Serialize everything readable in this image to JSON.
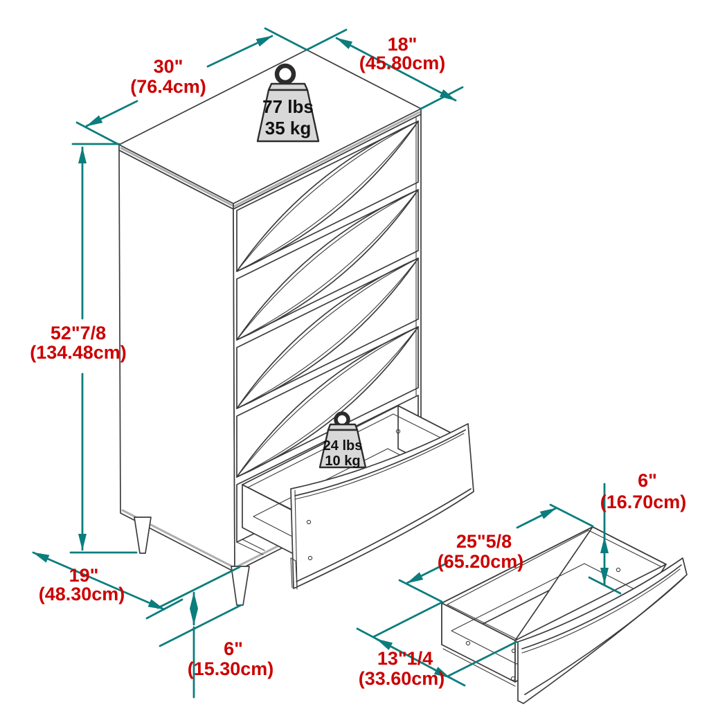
{
  "figure": {
    "type": "furniture-dimension-diagram",
    "subject": "5-drawer-chest-with-open-drawer-and-detached-drawer-detail",
    "background": "#ffffff",
    "colors": {
      "dimension_lines": "#0c7d7d",
      "dimension_text": "#cc0000",
      "line_art": "#3c3c3c",
      "weight_fill": "#d8d8d8"
    }
  },
  "chest": {
    "top_width": {
      "inches": "30\"",
      "cm": "(76.4cm)"
    },
    "top_depth": {
      "inches": "18\"",
      "cm": "(45.80cm)"
    },
    "height": {
      "inches": "52\"7/8",
      "cm": "(134.48cm)"
    },
    "base_depth": {
      "inches": "19\"",
      "cm": "(48.30cm)"
    },
    "leg_height": {
      "inches": "6\"",
      "cm": "(15.30cm)"
    },
    "top_weight_capacity": {
      "lbs": "77 lbs",
      "kg": "35 kg"
    },
    "drawer_weight_capacity": {
      "lbs": "24 lbs",
      "kg": "10 kg"
    },
    "drawer_count": 5
  },
  "drawer_detail": {
    "width": {
      "inches": "25\"5/8",
      "cm": "(65.20cm)"
    },
    "height": {
      "inches": "6\"",
      "cm": "(16.70cm)"
    },
    "depth": {
      "inches": "13\"1/4",
      "cm": "(33.60cm)"
    }
  }
}
